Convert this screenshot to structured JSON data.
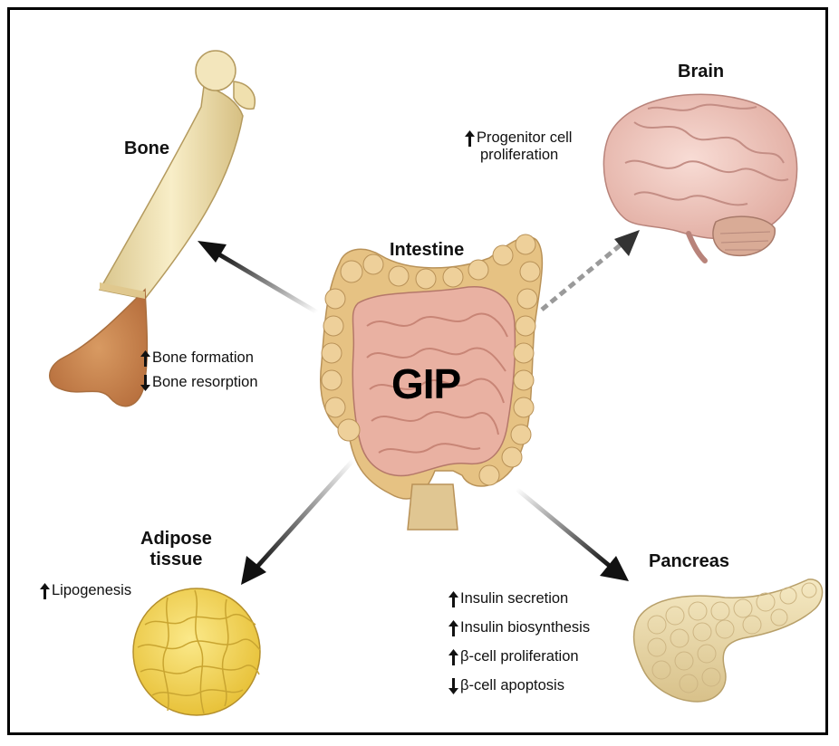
{
  "center": {
    "organ": "Intestine",
    "hormone": "GIP"
  },
  "bone": {
    "title": "Bone",
    "effects": [
      {
        "direction": "up",
        "text": "Bone formation"
      },
      {
        "direction": "down",
        "text": "Bone resorption"
      }
    ]
  },
  "brain": {
    "title": "Brain",
    "effects": [
      {
        "direction": "up",
        "text": "Progenitor cell proliferation"
      }
    ],
    "effect_lines": [
      "Progenitor cell",
      "proliferation"
    ]
  },
  "adipose": {
    "title_lines": [
      "Adipose",
      "tissue"
    ],
    "effects": [
      {
        "direction": "up",
        "text": "Lipogenesis"
      }
    ]
  },
  "pancreas": {
    "title": "Pancreas",
    "effects": [
      {
        "direction": "up",
        "text": "Insulin secretion"
      },
      {
        "direction": "up",
        "text": "Insulin biosynthesis"
      },
      {
        "direction": "up",
        "text": "β-cell proliferation"
      },
      {
        "direction": "down",
        "text": "β-cell apoptosis"
      }
    ]
  },
  "colors": {
    "bone_shaft": "#f1e3b4",
    "bone_marrow": "#c9834a",
    "intestine_small": "#eab2a3",
    "colon": "#e7c486",
    "brain": "#efc6bd",
    "adipose": "#f3d65a",
    "pancreas": "#ead9a8"
  }
}
